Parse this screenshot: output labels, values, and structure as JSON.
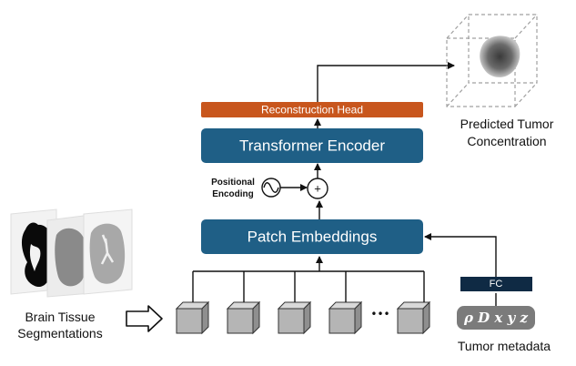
{
  "blocks": {
    "reconstruction_head": "Reconstruction Head",
    "transformer_encoder": "Transformer Encoder",
    "patch_embeddings": "Patch Embeddings",
    "fc": "FC"
  },
  "positional_encoding": {
    "line1": "Positional",
    "line2": "Encoding",
    "sum_symbol": "+"
  },
  "inputs": {
    "brain_tissue_line1": "Brain Tissue",
    "brain_tissue_line2": "Segmentations",
    "patch_ellipsis": "•••",
    "tumor_metadata_symbols": "ρ D x y z",
    "tumor_metadata_label": "Tumor metadata"
  },
  "output": {
    "line1": "Predicted Tumor",
    "line2": "Concentration"
  },
  "colors": {
    "block_blue": "#1f5f86",
    "head_orange": "#c8561d",
    "fc_navy": "#0f2a44",
    "metadata_gray": "#7b7b7b",
    "cube_gray": "#b5b5b5"
  }
}
